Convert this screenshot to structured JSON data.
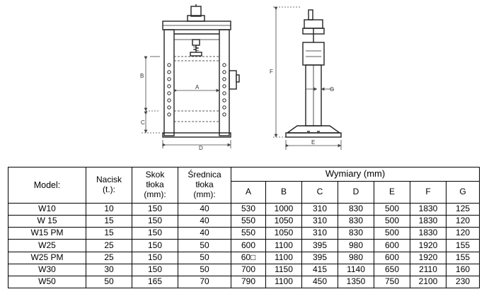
{
  "diagram": {
    "labels": {
      "a": "A",
      "b": "B",
      "c": "C",
      "d": "D",
      "e": "E",
      "f": "F",
      "g": "G"
    }
  },
  "table": {
    "header": {
      "model": "Model:",
      "nacisk": [
        "Nacisk",
        "(t.):"
      ],
      "skok": [
        "Skok",
        "tłoka",
        "(mm):"
      ],
      "srednica": [
        "Średnica",
        "tłoka",
        "(mm):"
      ],
      "wymiary": "Wymiary (mm)",
      "dims": [
        "A",
        "B",
        "C",
        "D",
        "E",
        "F",
        "G"
      ]
    },
    "rows": [
      [
        "W10",
        "10",
        "150",
        "40",
        "530",
        "1000",
        "310",
        "830",
        "500",
        "1830",
        "125"
      ],
      [
        "W 15",
        "15",
        "150",
        "40",
        "550",
        "1050",
        "310",
        "830",
        "500",
        "1830",
        "120"
      ],
      [
        "W15 PM",
        "15",
        "150",
        "40",
        "550",
        "1050",
        "310",
        "830",
        "500",
        "1830",
        "120"
      ],
      [
        "W25",
        "25",
        "150",
        "50",
        "600",
        "1100",
        "395",
        "980",
        "600",
        "1920",
        "155"
      ],
      [
        "W25 PM",
        "25",
        "150",
        "50",
        "60□",
        "1100",
        "395",
        "980",
        "600",
        "1920",
        "155"
      ],
      [
        "W30",
        "30",
        "150",
        "50",
        "700",
        "1150",
        "415",
        "1140",
        "650",
        "2110",
        "160"
      ],
      [
        "W50",
        "50",
        "165",
        "70",
        "790",
        "1100",
        "450",
        "1350",
        "750",
        "2100",
        "230"
      ]
    ]
  }
}
